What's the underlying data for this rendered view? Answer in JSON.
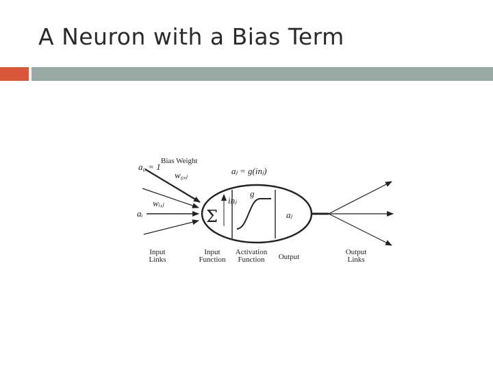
{
  "slide": {
    "title": "A Neuron with a Bias Term"
  },
  "diagram": {
    "bias_input": "a₀ = 1",
    "bias_weight_label": "Bias Weight",
    "bias_weight": "w₀,ⱼ",
    "input": "aᵢ",
    "input_weight": "wᵢ,ⱼ",
    "activation_formula": "aⱼ = g(inⱼ)",
    "activation_fn": "g",
    "net_input": "inⱼ",
    "sum_symbol": "Σ",
    "output": "aⱼ",
    "captions": {
      "input_links": [
        "Input",
        "Links"
      ],
      "input_function": [
        "Input",
        "Function"
      ],
      "activation_function": [
        "Activation",
        "Function"
      ],
      "output": "Output",
      "output_links": [
        "Output",
        "Links"
      ]
    }
  }
}
